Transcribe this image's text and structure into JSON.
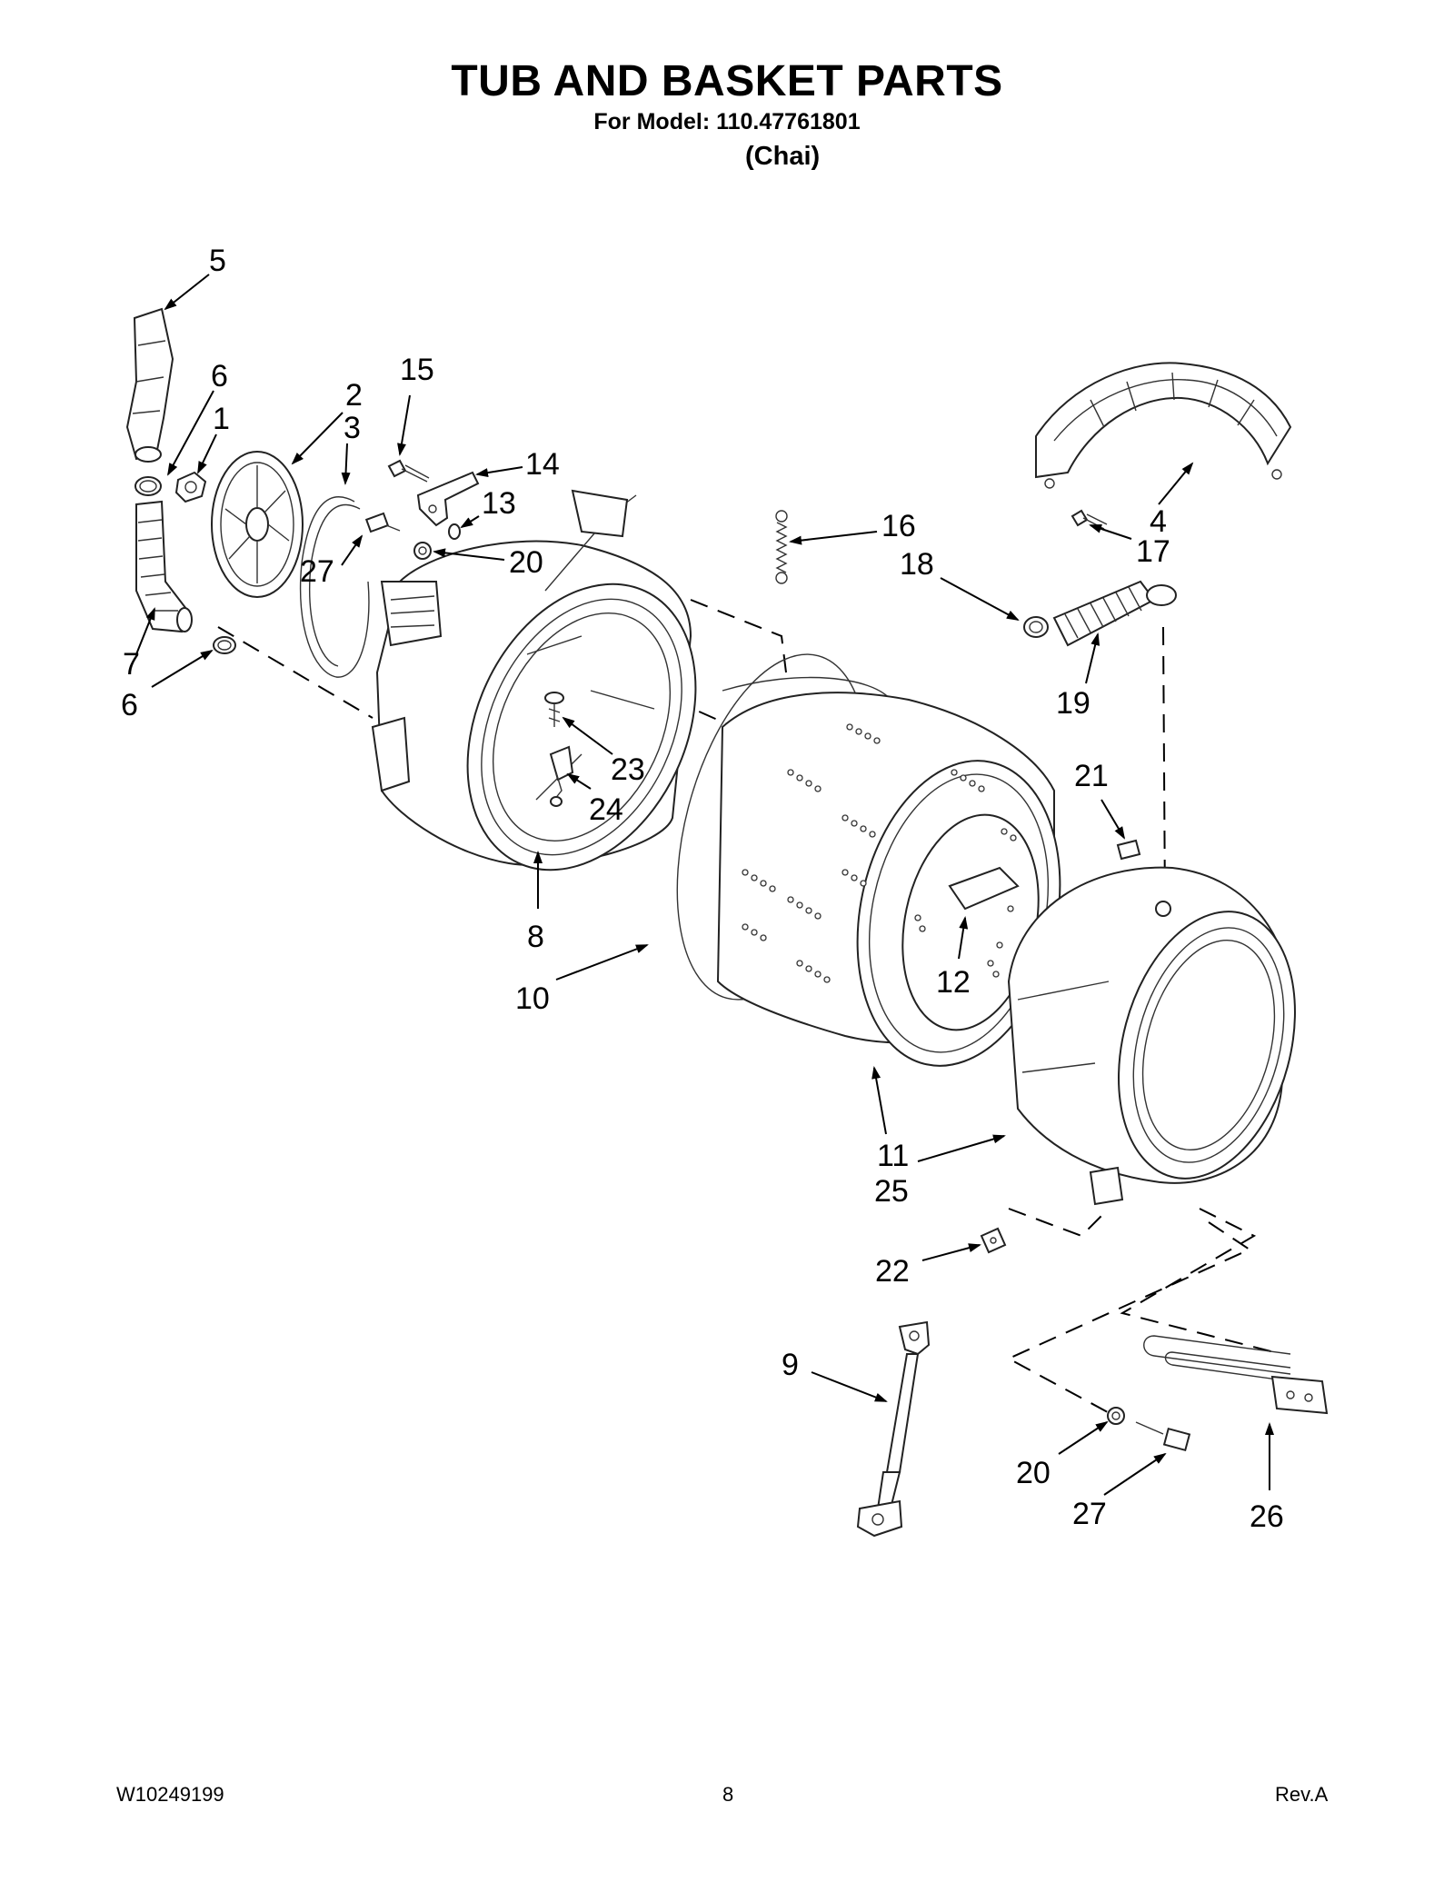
{
  "header": {
    "title": "TUB AND BASKET PARTS",
    "subtitle": "For Model: 110.47761801",
    "variant": "(Chai)"
  },
  "callouts": {
    "c5": "5",
    "c6a": "6",
    "c1": "1",
    "c2": "2",
    "c3": "3",
    "c15": "15",
    "c14": "14",
    "c13": "13",
    "c20a": "20",
    "c27a": "27",
    "c7": "7",
    "c6b": "6",
    "c16": "16",
    "c18": "18",
    "c19": "19",
    "c4": "4",
    "c17": "17",
    "c23": "23",
    "c24": "24",
    "c8": "8",
    "c10": "10",
    "c21": "21",
    "c12": "12",
    "c11": "11",
    "c25": "25",
    "c22": "22",
    "c9": "9",
    "c20b": "20",
    "c27b": "27",
    "c26": "26"
  },
  "footer": {
    "doc_number": "W10249199",
    "page": "8",
    "revision": "Rev.A"
  }
}
